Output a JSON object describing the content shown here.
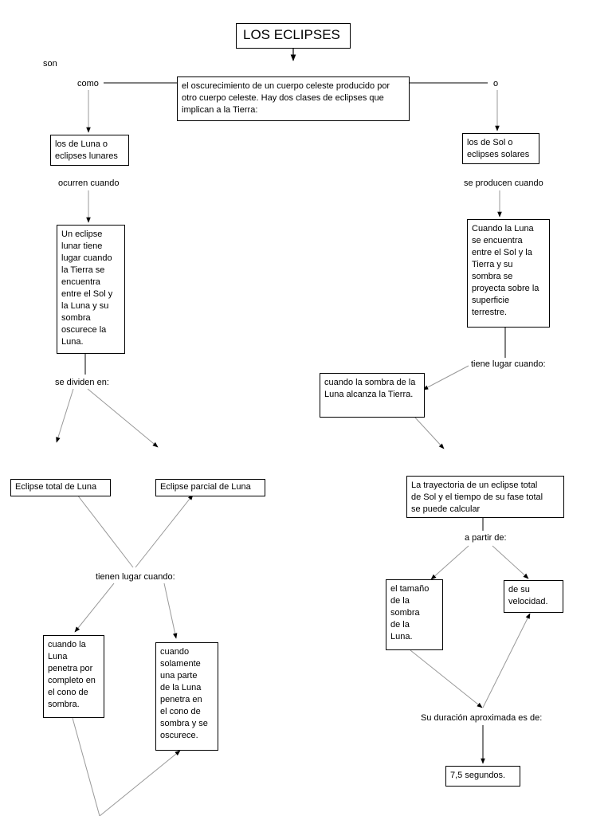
{
  "title": "LOS ECLIPSES",
  "nodes": {
    "definition": "el oscurecimiento de un cuerpo celeste producido por\notro cuerpo celeste. Hay dos clases de eclipses que\nimplican a la Tierra:",
    "lunar": "los de Luna o\neclipses lunares",
    "solar": "los de Sol o\neclipses solares",
    "lunar_desc": "Un eclipse\nlunar tiene\nlugar cuando\nla Tierra se\nencuentra\nentre el Sol y\nla Luna y su\nsombra\noscurece la\nLuna.",
    "solar_desc": "Cuando la Luna\nse encuentra\nentre el Sol y la\nTierra y su\nsombra se\nproyecta sobre la\nsuperficie\nterrestre.",
    "shadow_reaches": "cuando la sombra de la\nLuna alcanza la Tierra.",
    "total_lunar": "Eclipse total de Luna",
    "partial_lunar": "Eclipse parcial de Luna",
    "trajectory": "La trayectoria de un eclipse total\nde Sol y el tiempo de su fase total\nse puede calcular",
    "total_cond": "cuando la\nLuna\npenetra por\ncompleto en\nel cono de\nsombra.",
    "partial_cond": "cuando\nsolamente\nuna parte\nde la Luna\npenetra en\nel cono de\nsombra y se\noscurece.",
    "size": "el tamaño\nde la\nsombra\nde la\nLuna.",
    "speed": "de su\nvelocidad.",
    "duration_value": "7,5 segundos."
  },
  "labels": {
    "son": "son",
    "como": "como",
    "o": "o",
    "ocurren": "ocurren cuando",
    "producen": "se producen cuando",
    "dividen": "se dividen en:",
    "tiene_lugar": "tiene lugar cuando:",
    "tienen_lugar": "tienen lugar cuando:",
    "a_partir": "a partir de:",
    "duracion": "Su duración aproximada es de:"
  }
}
